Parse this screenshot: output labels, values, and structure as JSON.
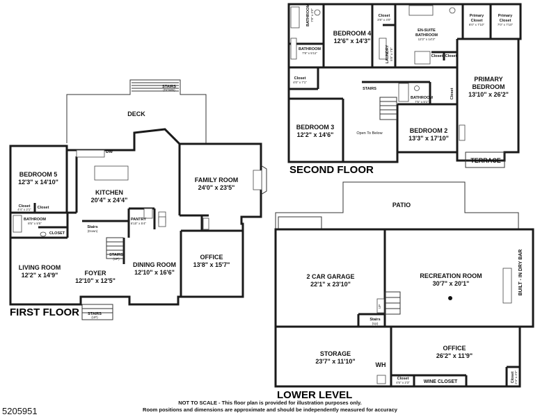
{
  "floors": {
    "first": "FIRST FLOOR",
    "second": "SECOND FLOOR",
    "lower": "LOWER LEVEL"
  },
  "rooms": {
    "deck": {
      "name": "DECK"
    },
    "bedroom5": {
      "name": "BEDROOM 5",
      "dim": "12'3\" x 14'10\""
    },
    "kitchen": {
      "name": "KITCHEN",
      "dim": "20'4\" x 24'4\""
    },
    "family_room": {
      "name": "FAMILY ROOM",
      "dim": "24'0\" x 23'5\""
    },
    "fp_closet1": {
      "name": "Closet",
      "dim": "4'4\" x 2'1\""
    },
    "fp_closet2": {
      "name": "Closet"
    },
    "fp_bathroom": {
      "name": "BATHROOM",
      "dim": "8'5\" x 5'5\""
    },
    "fp_closet3": {
      "name": "CLOSET"
    },
    "pantry": {
      "name": "PANTRY",
      "dim": "6'10\" x 5'4\""
    },
    "stairs_down": {
      "name": "Stairs",
      "dim": "(Down)"
    },
    "stairs_up_fp": {
      "name": "STAIRS",
      "dim": "(UP)"
    },
    "living_room": {
      "name": "LIVING ROOM",
      "dim": "12'2\" x 14'9\""
    },
    "foyer": {
      "name": "FOYER",
      "dim": "12'10\" x 12'5\""
    },
    "dining_room": {
      "name": "DINING ROOM",
      "dim": "12'10\" x 16'6\""
    },
    "office_fp": {
      "name": "OFFICE",
      "dim": "13'8\" x 15'7\""
    },
    "front_stairs": {
      "name": "STAIRS",
      "dim": "(UP)"
    },
    "deck_stairs": {
      "name": "STAIRS",
      "dim": "(DOWN)"
    },
    "sp_bathroom_a": {
      "name": "BATHROOM",
      "dim": "7'8\" x 3'3\""
    },
    "sp_bathroom_b": {
      "name": "BATHROOM",
      "dim": "7'8\" x 5'11\""
    },
    "bedroom4": {
      "name": "BEDROOM 4",
      "dim": "12'6\" x 14'3\""
    },
    "sp_closet_top": {
      "name": "Closet",
      "dim": "3'8\" x 4'0\""
    },
    "laundry": {
      "name": "LAUNDRY",
      "dim": "5'8\" x 7'8\""
    },
    "ensuite": {
      "name": "EN-SUITE",
      "name2": "BATHROOM",
      "dim": "12'2\" x 14'3\""
    },
    "primary_closet1": {
      "name": "Primary",
      "name2": "Closet",
      "dim": "6'0\" x 7'10\""
    },
    "primary_closet2": {
      "name": "Primary",
      "name2": "Closet",
      "dim": "7'0\" x 7'10\""
    },
    "primary_bedroom": {
      "name": "PRIMARY",
      "name2": "BEDROOM",
      "dim": "13'10\" x 26'2\""
    },
    "sp_closet_left": {
      "name": "Closet",
      "dim": "4'0\" x 7'1\""
    },
    "sp_stairs": {
      "name": "STAIRS"
    },
    "sp_bathroom_c": {
      "name": "BATHROOM",
      "dim": "7'5\" x 5'1\""
    },
    "sp_closet_pb": {
      "name": "Closet"
    },
    "sp_closet_a": {
      "name": "Closet"
    },
    "sp_closet_b": {
      "name": "Closet"
    },
    "bedroom3": {
      "name": "BEDROOM 3",
      "dim": "12'2\" x 14'6\""
    },
    "open_below": {
      "name": "Open To Below"
    },
    "bedroom2": {
      "name": "BEDROOM 2",
      "dim": "13'3\" x 17'10\""
    },
    "terrace": {
      "name": "TERRACE"
    },
    "patio": {
      "name": "PATIO"
    },
    "garage": {
      "name": "2 CAR GARAGE",
      "dim": "22'1\" x 23'10\""
    },
    "recreation": {
      "name": "RECREATION ROOM",
      "dim": "30'7\" x 20'1\""
    },
    "dry_bar": {
      "name": "BUILT - IN DRY BAR"
    },
    "ll_stairs": {
      "name": "Stairs",
      "dim": "(Up)"
    },
    "storage": {
      "name": "STORAGE",
      "dim": "23'7\" x 11'10\""
    },
    "wh": {
      "name": "WH"
    },
    "office_ll": {
      "name": "OFFICE",
      "dim": "26'2\" x 11'9\""
    },
    "ll_closet1": {
      "name": "Closet",
      "dim": "4'5\" x 2'3\""
    },
    "wine_closet": {
      "name": "WINE CLOSET"
    },
    "ll_closet2": {
      "name": "Closet",
      "dim": "2'4\" x 3'2\""
    }
  },
  "fixtures": {
    "dishwasher": "DW",
    "up": "UP"
  },
  "listing_id": "5205951",
  "disclaimer": {
    "line1": "NOT TO SCALE - This floor plan is provided for illustration purposes only.",
    "line2": "Room positions and dimensions are approximate and should be independently measured for accuracy"
  }
}
